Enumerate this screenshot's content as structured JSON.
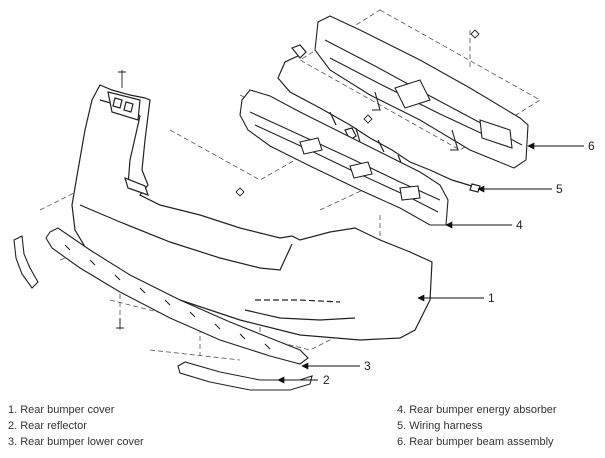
{
  "callouts": [
    "1",
    "2",
    "3",
    "4",
    "5",
    "6"
  ],
  "legend": {
    "left": [
      "1. Rear bumper cover",
      "2. Rear reflector",
      "3. Rear bumper lower cover"
    ],
    "right": [
      "4. Rear bumper energy absorber",
      "5. Wiring harness",
      "6. Rear bumper beam assembly"
    ]
  }
}
